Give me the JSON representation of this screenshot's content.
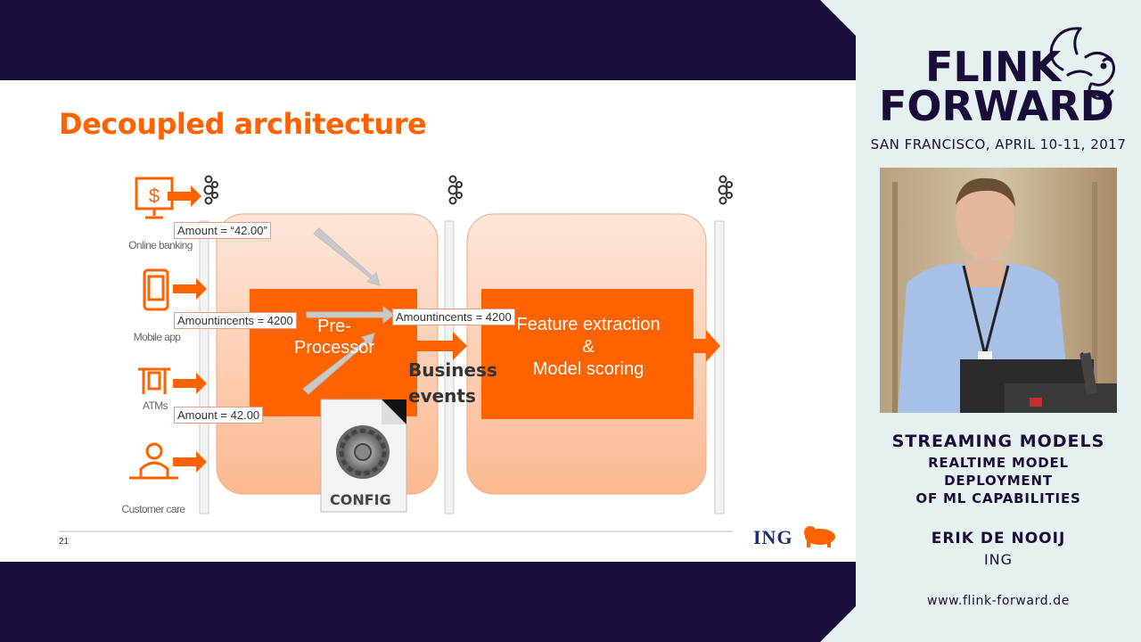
{
  "colors": {
    "orange": "#ff6200",
    "dark_frame": "#1b0d3a",
    "panel_bg": "#e5f1f1",
    "ing_blue": "#1b2f75"
  },
  "slide": {
    "title": "Decoupled architecture",
    "page_number": "21",
    "sources": [
      {
        "label": "Online banking",
        "icon": "monitor-dollar-icon"
      },
      {
        "label": "Mobile app",
        "icon": "smartphone-icon"
      },
      {
        "label": "ATMs",
        "icon": "atm-icon"
      },
      {
        "label": "Customer care",
        "icon": "person-icon"
      }
    ],
    "callouts": {
      "amount_string": "Amount = “42.00”",
      "amountincents_left": "Amountincents = 4200",
      "amountincents_right": "Amountincents = 4200",
      "amount_number": "Amount = 42.00"
    },
    "preprocessor_label_1": "Pre-",
    "preprocessor_label_2": "Processor",
    "business_events_1": "Business",
    "business_events_2": "events",
    "scoring_label_1": "Feature extraction",
    "scoring_label_2": "&",
    "scoring_label_3": "Model scoring",
    "config_label": "CONFIG",
    "brand": "ING",
    "kafka_icon": "kafka-icon",
    "lion_icon": "ing-lion-icon"
  },
  "panel": {
    "logo_line1": "FLINK",
    "logo_line2": "FORWARD",
    "subtitle": "SAN FRANCISCO, APRIL 10-11, 2017",
    "talk_title": "STREAMING MODELS",
    "talk_sub_1": "REALTIME MODEL",
    "talk_sub_2": "DEPLOYMENT",
    "talk_sub_3": "OF ML CAPABILITIES",
    "speaker": "ERIK DE NOOIJ",
    "company": "ING",
    "website": "www.flink-forward.de",
    "squirrel_icon": "squirrel-icon"
  }
}
